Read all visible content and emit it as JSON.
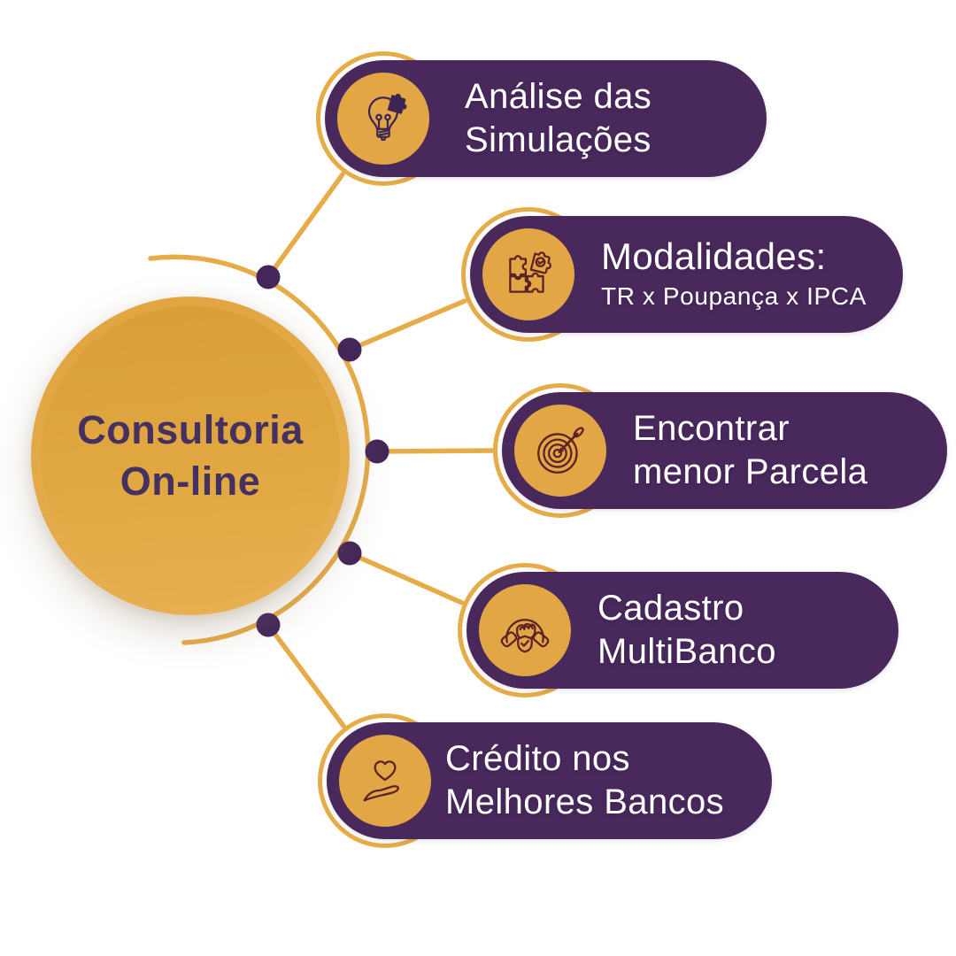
{
  "center": {
    "line1": "Consultoria",
    "line2": "On-line"
  },
  "items": [
    {
      "id": "analise-simulacoes",
      "icon": "lightbulb-puzzle-icon",
      "line1": "Análise das",
      "line2": "Simulações"
    },
    {
      "id": "modalidades",
      "icon": "puzzle-pieces-icon",
      "line1": "Modalidades:",
      "line2": "TR x Poupança x IPCA"
    },
    {
      "id": "menor-parcela",
      "icon": "target-dart-icon",
      "line1": "Encontrar",
      "line2": "menor Parcela"
    },
    {
      "id": "cadastro-multibanco",
      "icon": "handshake-icon",
      "line1": "Cadastro",
      "line2": "MultiBanco"
    },
    {
      "id": "credito-bancos",
      "icon": "hand-heart-icon",
      "line1": "Crédito nos",
      "line2": "Melhores Bancos"
    }
  ],
  "colors": {
    "gold": "#e2a644",
    "gold_line": "#e5ac48",
    "purple": "#49295c",
    "purple_dot": "#45265a",
    "text_purple": "#443061",
    "icon_stroke": "#5c2125",
    "icon_stroke_alt": "#3e2553",
    "white": "#ffffff"
  }
}
